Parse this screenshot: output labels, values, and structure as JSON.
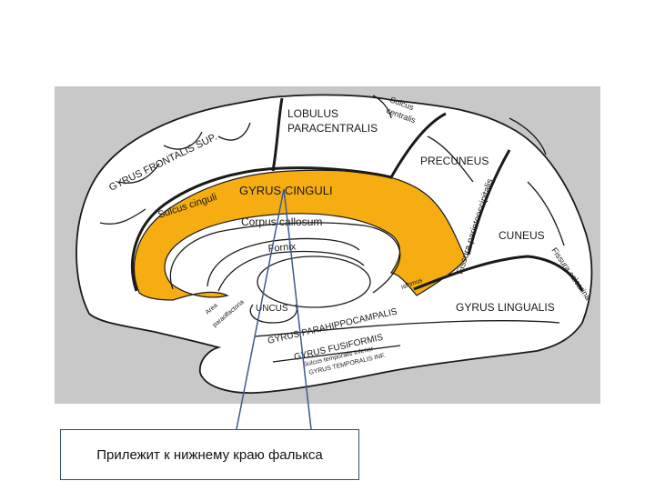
{
  "colors": {
    "background_panel": "#c8c8c8",
    "brain_fill": "#ffffff",
    "outline": "#1a1a1a",
    "highlight_gyrus_cinguli": "#f5ad12",
    "pointer_lines": "#3b5b8c"
  },
  "labels": {
    "lobulus": "LOBULUS",
    "paracentralis": "PARACENTRALIS",
    "sulcus": "Sulcus",
    "centralis": "centralis",
    "gyrus_frontalis_sup": "GYRUS FRONTALIS SUP.",
    "precuneus": "PRECUNEUS",
    "sulcus_cinguli": "Sulcus cinguli",
    "gyrus_cinguli": "GYRUS CINGULI",
    "fissura_parietooccipitalis": "Fissura parietooccipitalis",
    "corpus_callosum": "Corpus callosum",
    "fornix": "Fornix",
    "cuneus": "CUNEUS",
    "fissura_calcarina": "Fissura calcarina",
    "isthmus": "isthmus",
    "gyrus_lingualis": "GYRUS LINGUALIS",
    "area": "Area",
    "paraolfactoria": "paraolfactoria",
    "uncus": "UNCUS",
    "gyrus_parahippocampalis": "GYRUS PARAHIPPOCAMPALIS",
    "gyrus_fusiformis": "GYRUS FUSIFORMIS",
    "sulcus_temporalis_inferior": "Sulcus temporalis inferior",
    "gyrus_temporalis_inf": "GYRUS TEMPORALIS INF."
  },
  "caption": {
    "text": "Прилежит к нижнему краю фалькса"
  }
}
